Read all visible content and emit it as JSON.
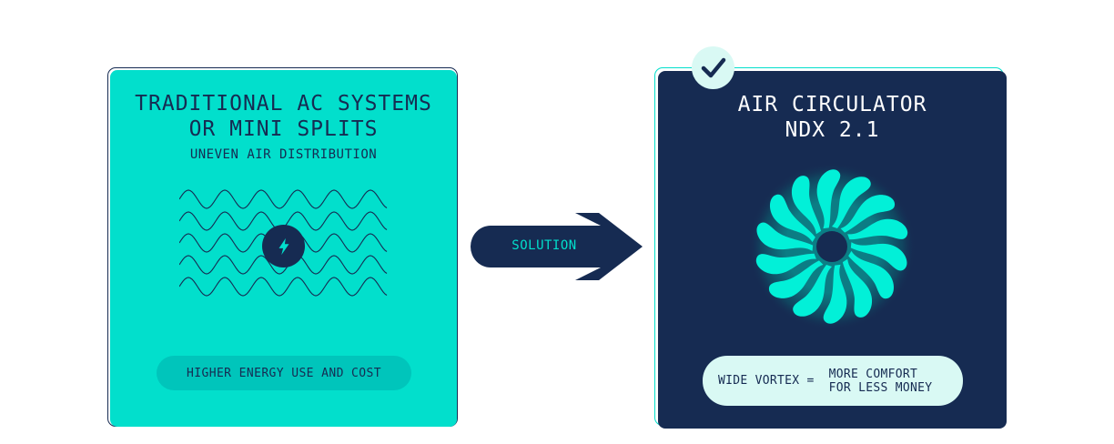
{
  "left_card": {
    "title": "TRADITIONAL AC SYSTEMS\nOR MINI SPLITS",
    "subtitle": "UNEVEN AIR DISTRIBUTION",
    "icon": "lightning-bolt-icon",
    "footer": "HIGHER ENERGY USE AND COST",
    "colors": {
      "background": "#02dfcc",
      "ink": "#162b52",
      "pill": "#00c5bb"
    }
  },
  "arrow": {
    "label": "SOLUTION",
    "colors": {
      "fill": "#162b52",
      "text": "#02dfcc"
    }
  },
  "right_card": {
    "badge_icon": "checkmark-icon",
    "title": "AIR CIRCULATOR\nNDX 2.1",
    "illustration": "fan-vortex-icon",
    "footer_lead": "WIDE VORTEX =",
    "footer_tail": "MORE COMFORT\nFOR LESS MONEY",
    "colors": {
      "background": "#162b52",
      "accent": "#02dfcc",
      "pill": "#d9f9f4"
    }
  }
}
